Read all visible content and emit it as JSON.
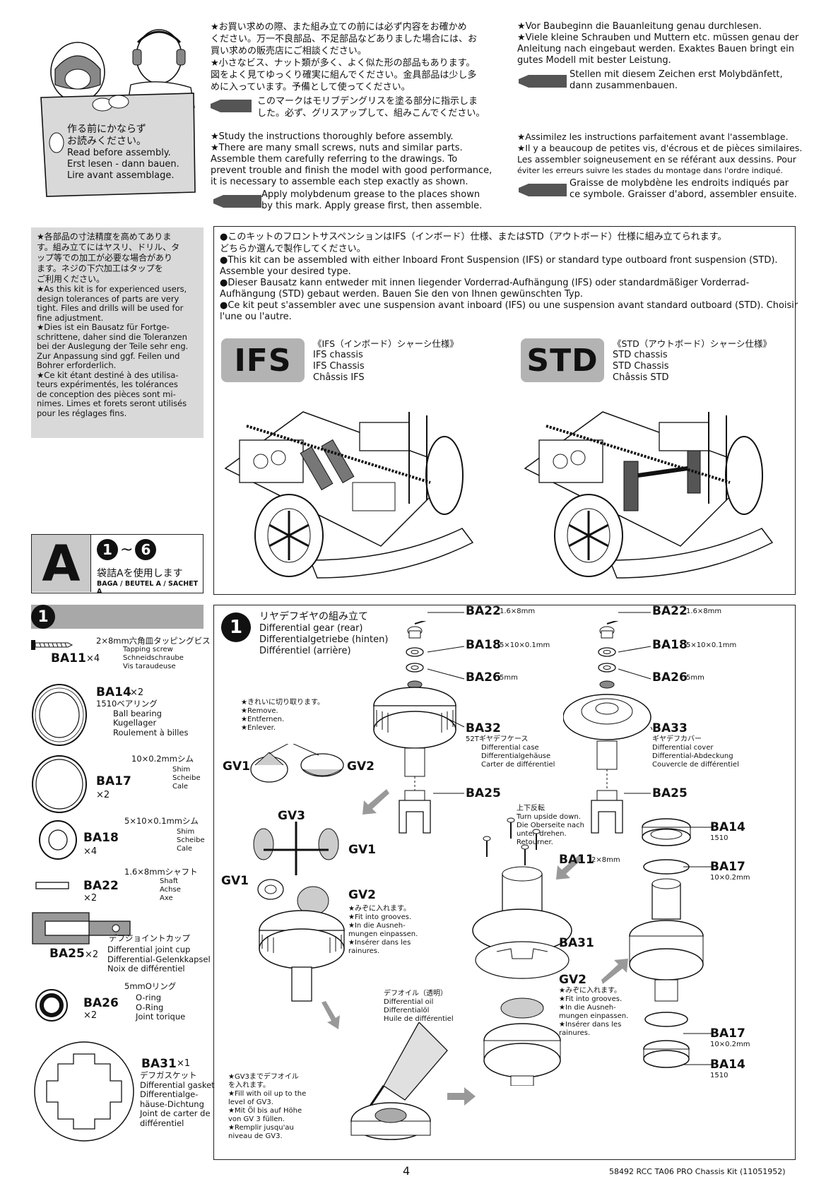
{
  "header": {
    "sign": [
      "作る前にかならず",
      "お読みください。",
      "Read before assembly.",
      "Erst lesen - dann bauen.",
      "Lire avant assemblage."
    ],
    "jp_lines": [
      "★お買い求めの際、また組み立ての前には必ず内容をお確かめ",
      "ください。万一不良部品、不足部品などありました場合には、お",
      "買い求めの販売店にご相談ください。",
      "★小さなビス、ナット類が多く、よく似た形の部品もあります。",
      "図をよく見てゆっくり確実に組んでください。金具部品は少し多",
      "めに入っています。予備として使ってください。"
    ],
    "jp_grease": [
      "このマークはモリブデングリスを塗る部分に指示しま",
      "した。必ず、グリスアップして、組みこんでください。"
    ],
    "en_lines": [
      "★Study the instructions thoroughly before assembly.",
      "★There are many small screws, nuts and similar parts.",
      "Assemble them carefully referring to the drawings. To",
      "prevent trouble and finish the model with good performance,",
      "it is necessary to assemble each step exactly as shown."
    ],
    "en_grease": [
      "Apply molybdenum grease to the places shown",
      "by this mark. Apply grease first, then assemble."
    ],
    "de_lines": [
      "★Vor Baubeginn die Bauanleitung genau durchlesen.",
      "★Viele kleine Schrauben und Muttern etc. müssen genau der",
      "Anleitung nach eingebaut werden. Exaktes Bauen bringt ein",
      "gutes Modell mit bester Leistung."
    ],
    "de_grease": [
      "Stellen mit diesem Zeichen erst Molybdänfett,",
      "dann zusammenbauen."
    ],
    "fr_lines": [
      "★Assimilez les instructions parfaitement avant l'assemblage.",
      "★Il y a beaucoup de petites vis, d'écrous et de pièces similaires.",
      "Les assembler soigneusement en se référant aux dessins. Pour",
      "éviter les erreurs suivre les stades du montage dans l'ordre indiqué."
    ],
    "fr_grease": [
      "Graisse de molybdène les endroits indiqués par",
      "ce symbole. Graisser d'abord, assembler ensuite."
    ]
  },
  "note": [
    "★各部品の寸法精度を高めてありま",
    "す。組み立てにはヤスリ、ドリル、タ",
    "ップ等での加工が必要な場合があり",
    "ます。ネジの下穴加工はタップを",
    "ご利用ください。",
    "★As this kit is for experienced users,",
    "design tolerances of parts are very",
    "tight. Files and drills will be used for",
    "fine adjustment.",
    "★Dies ist ein Bausatz für Fortge-",
    "schrittene, daher sind die Toleranzen",
    "bei der Auslegung der Teile sehr eng.",
    "Zur Anpassung sind ggf. Feilen und",
    "Bohrer erforderlich.",
    "★Ce kit étant destiné à des utilisa-",
    "teurs expérimentés, les tolérances",
    "de conception des pièces sont mi-",
    "nimes. Limes et forets seront utilisés",
    "pour les réglages fins."
  ],
  "susp": {
    "lines": [
      "●このキットのフロントサスペンションはIFS（インボード）仕様、またはSTD（アウトボード）仕様に組み立てられます。",
      "どちらか選んで製作してください。",
      "●This kit can be assembled with either Inboard Front Suspension (IFS) or standard type outboard front suspension (STD).",
      "Assemble your desired type.",
      "●Dieser Bausatz kann entweder mit innen liegender Vorderrad-Aufhängung (IFS) oder standardmäßiger Vorderrad-",
      "Aufhängung (STD) gebaut werden. Bauen Sie den von Ihnen gewünschten Typ.",
      "●Ce kit peut s'assembler avec une suspension avant inboard (IFS) ou une suspension avant standard outboard (STD). Choisir",
      "l'une ou l'autre."
    ],
    "ifs": {
      "badge": "IFS",
      "lines": [
        "《IFS（インボード）シャーシ仕様》",
        "IFS chassis",
        "IFS Chassis",
        "Châssis IFS"
      ]
    },
    "std": {
      "badge": "STD",
      "lines": [
        "《STD（アウトボード）シャーシ仕様》",
        "STD chassis",
        "STD Chassis",
        "Châssis STD"
      ]
    }
  },
  "bag": {
    "letter": "A",
    "n1": "1",
    "tilde": "~",
    "n2": "6",
    "jp": "袋詰Aを使用します",
    "en": "BAGA / BEUTEL A / SACHET A"
  },
  "parts_step": "1",
  "parts": [
    {
      "code": "BA11",
      "qty": "×4",
      "lines": [
        "2×8mm六角皿タッピングビス",
        "Tapping screw",
        "Schneidschraube",
        "Vis taraudeuse"
      ]
    },
    {
      "code": "BA14",
      "qty": "×2",
      "lines": [
        "1510ベアリング",
        "Ball bearing",
        "Kugellager",
        "Roulement à billes"
      ]
    },
    {
      "code": "BA17",
      "qty": "×2",
      "lines": [
        "10×0.2mmシム",
        "Shim",
        "Scheibe",
        "Cale"
      ]
    },
    {
      "code": "BA18",
      "qty": "×4",
      "lines": [
        "5×10×0.1mmシム",
        "Shim",
        "Scheibe",
        "Cale"
      ]
    },
    {
      "code": "BA22",
      "qty": "×2",
      "lines": [
        "1.6×8mmシャフト",
        "Shaft",
        "Achse",
        "Axe"
      ]
    },
    {
      "code": "BA25",
      "qty": "×2",
      "lines": [
        "デフジョイントカップ",
        "Differential joint cup",
        "Differential-Gelenkkapsel",
        "Noix de différentiel"
      ]
    },
    {
      "code": "BA26",
      "qty": "×2",
      "lines": [
        "5mmOリング",
        "O-ring",
        "O-Ring",
        "Joint torique"
      ]
    },
    {
      "code": "BA31",
      "qty": "×1",
      "lines": [
        "デフガスケット",
        "Differential gasket",
        "Differentialge-",
        "häuse-Dichtung",
        "Joint de carter de",
        "différentiel"
      ]
    }
  ],
  "step": {
    "num": "1",
    "title": [
      "リヤデフギヤの組み立て",
      "Differential gear (rear)",
      "Differentialgetriebe (hinten)",
      "Différentiel (arrière)"
    ],
    "remove": [
      "★きれいに切り取ります。",
      "★Remove.",
      "★Entfernen.",
      "★Enlever."
    ],
    "grooves": [
      "★みぞに入れます。",
      "★Fit into grooves.",
      "★In die Ausneh-",
      "mungen einpassen.",
      "★Insérer dans les",
      "rainures."
    ],
    "oil_label": [
      "デフオイル（透明）",
      "Differential oil",
      "Differentialöl",
      "Huile de différentiel"
    ],
    "fill": [
      "★GV3までデフオイル",
      "を入れます。",
      "★Fill with oil up to the",
      "level of GV3.",
      "★Mit Öl bis auf Höhe",
      "von GV 3 füllen.",
      "★Remplir jusqu'au",
      "niveau de GV3."
    ],
    "flip": [
      "上下反転",
      "Turn upside down.",
      "Die Oberseite nach",
      "unten drehen.",
      "Retourner."
    ],
    "gv1": "GV1",
    "gv2": "GV2",
    "gv3": "GV3",
    "ba22": "BA22",
    "ba22d": "1.6×8mm",
    "ba18": "BA18",
    "ba18d": "5×10×0.1mm",
    "ba26": "BA26",
    "ba26d": "5mm",
    "ba32": "BA32",
    "ba32lines": [
      "52Tギヤデフケース",
      "Differential case",
      "Differentialgehäuse",
      "Carter de différentiel"
    ],
    "ba33": "BA33",
    "ba33lines": [
      "ギヤデフカバー",
      "Differential cover",
      "Differential-Abdeckung",
      "Couvercle de différentiel"
    ],
    "ba25": "BA25",
    "ba11": "BA11",
    "ba11d": "2×8mm",
    "ba31": "BA31",
    "ba14": "BA14",
    "ba14d": "1510",
    "ba17": "BA17",
    "ba17d": "10×0.2mm"
  },
  "footer": {
    "page": "4",
    "code": "58492  RCC TA06 PRO Chassis Kit (11051952)"
  }
}
